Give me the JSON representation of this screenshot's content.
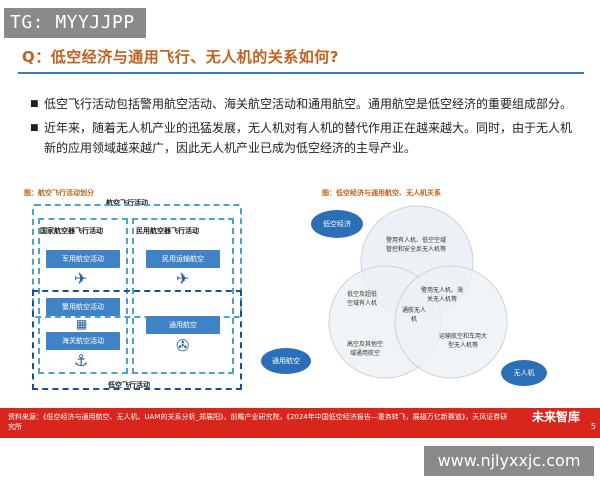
{
  "watermark": {
    "tg": "TG: MYYJJPP",
    "url": "www.njlyxxjc.com"
  },
  "title": "Q：低空经济与通用飞行、无人机的关系如何?",
  "bullets": [
    "低空飞行活动包括警用航空活动、海关航空活动和通用航空。通用航空是低空经济的重要组成部分。",
    "近年来，随着无人机产业的迅猛发展，无人机对有人机的替代作用正在越来越大。同时，由于无人机新的应用领域越来越广，因此无人机产业已成为低空经济的主导产业。"
  ],
  "left_figure": {
    "caption": "图：航空飞行活动划分",
    "top_label": "航空飞行活动",
    "state_label": "国家航空器飞行活动",
    "civil_label": "民用航空器飞行活动",
    "military": "军用航空活动",
    "police": "警用航空活动",
    "customs": "海关航空活动",
    "civil_transport": "民用运输航空",
    "general": "通用航空",
    "low_alt": "低空飞行活动"
  },
  "right_figure": {
    "caption": "图：低空经济与通用航空、无人机关系",
    "cloud_low": "低空经济",
    "cloud_general": "通用航空",
    "cloud_uav": "无人机",
    "t1": "警用有人机、低空空域管控和安全反无人机等",
    "t2": "低空及超低空域有人机",
    "t3": "警用无人机、海关无人机等",
    "t4": "通航无人机",
    "t5": "高空及其他空域通用航空",
    "t6": "运输航空和车用大型无人机等"
  },
  "footer": {
    "source": "资料来源：《低空经济与通用航空、无人机、UAM的关系分析_郑展阳》，前瞻产业研究院，《2024年中国低空经济报告—重务转飞，展翅万亿新赛道》，天风证券研究所",
    "brand": "未来智库",
    "page": "5"
  },
  "colors": {
    "accent_orange": "#c0621e",
    "accent_blue": "#3a7bbf",
    "footer_red": "#d9261c"
  }
}
